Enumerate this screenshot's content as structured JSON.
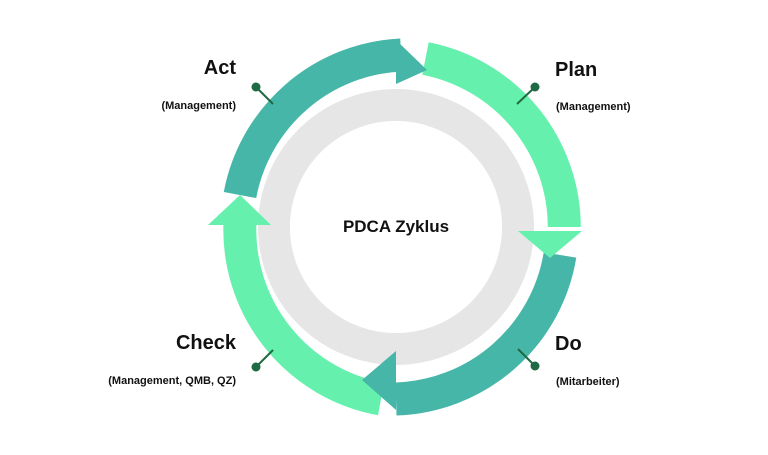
{
  "center": {
    "label": "PDCA Zyklus"
  },
  "phases": [
    {
      "id": "plan",
      "title": "Plan",
      "subtitle": "(Management)"
    },
    {
      "id": "do",
      "title": "Do",
      "subtitle": "(Mitarbeiter)"
    },
    {
      "id": "check",
      "title": "Check",
      "subtitle": "(Management, QMB, QZ)"
    },
    {
      "id": "act",
      "title": "Act",
      "subtitle": "(Management)"
    }
  ],
  "colors": {
    "teal": "#46B6A8",
    "mint": "#66F0AE",
    "inner_ring": "#E6E6E6",
    "connector": "#1F6A44"
  }
}
